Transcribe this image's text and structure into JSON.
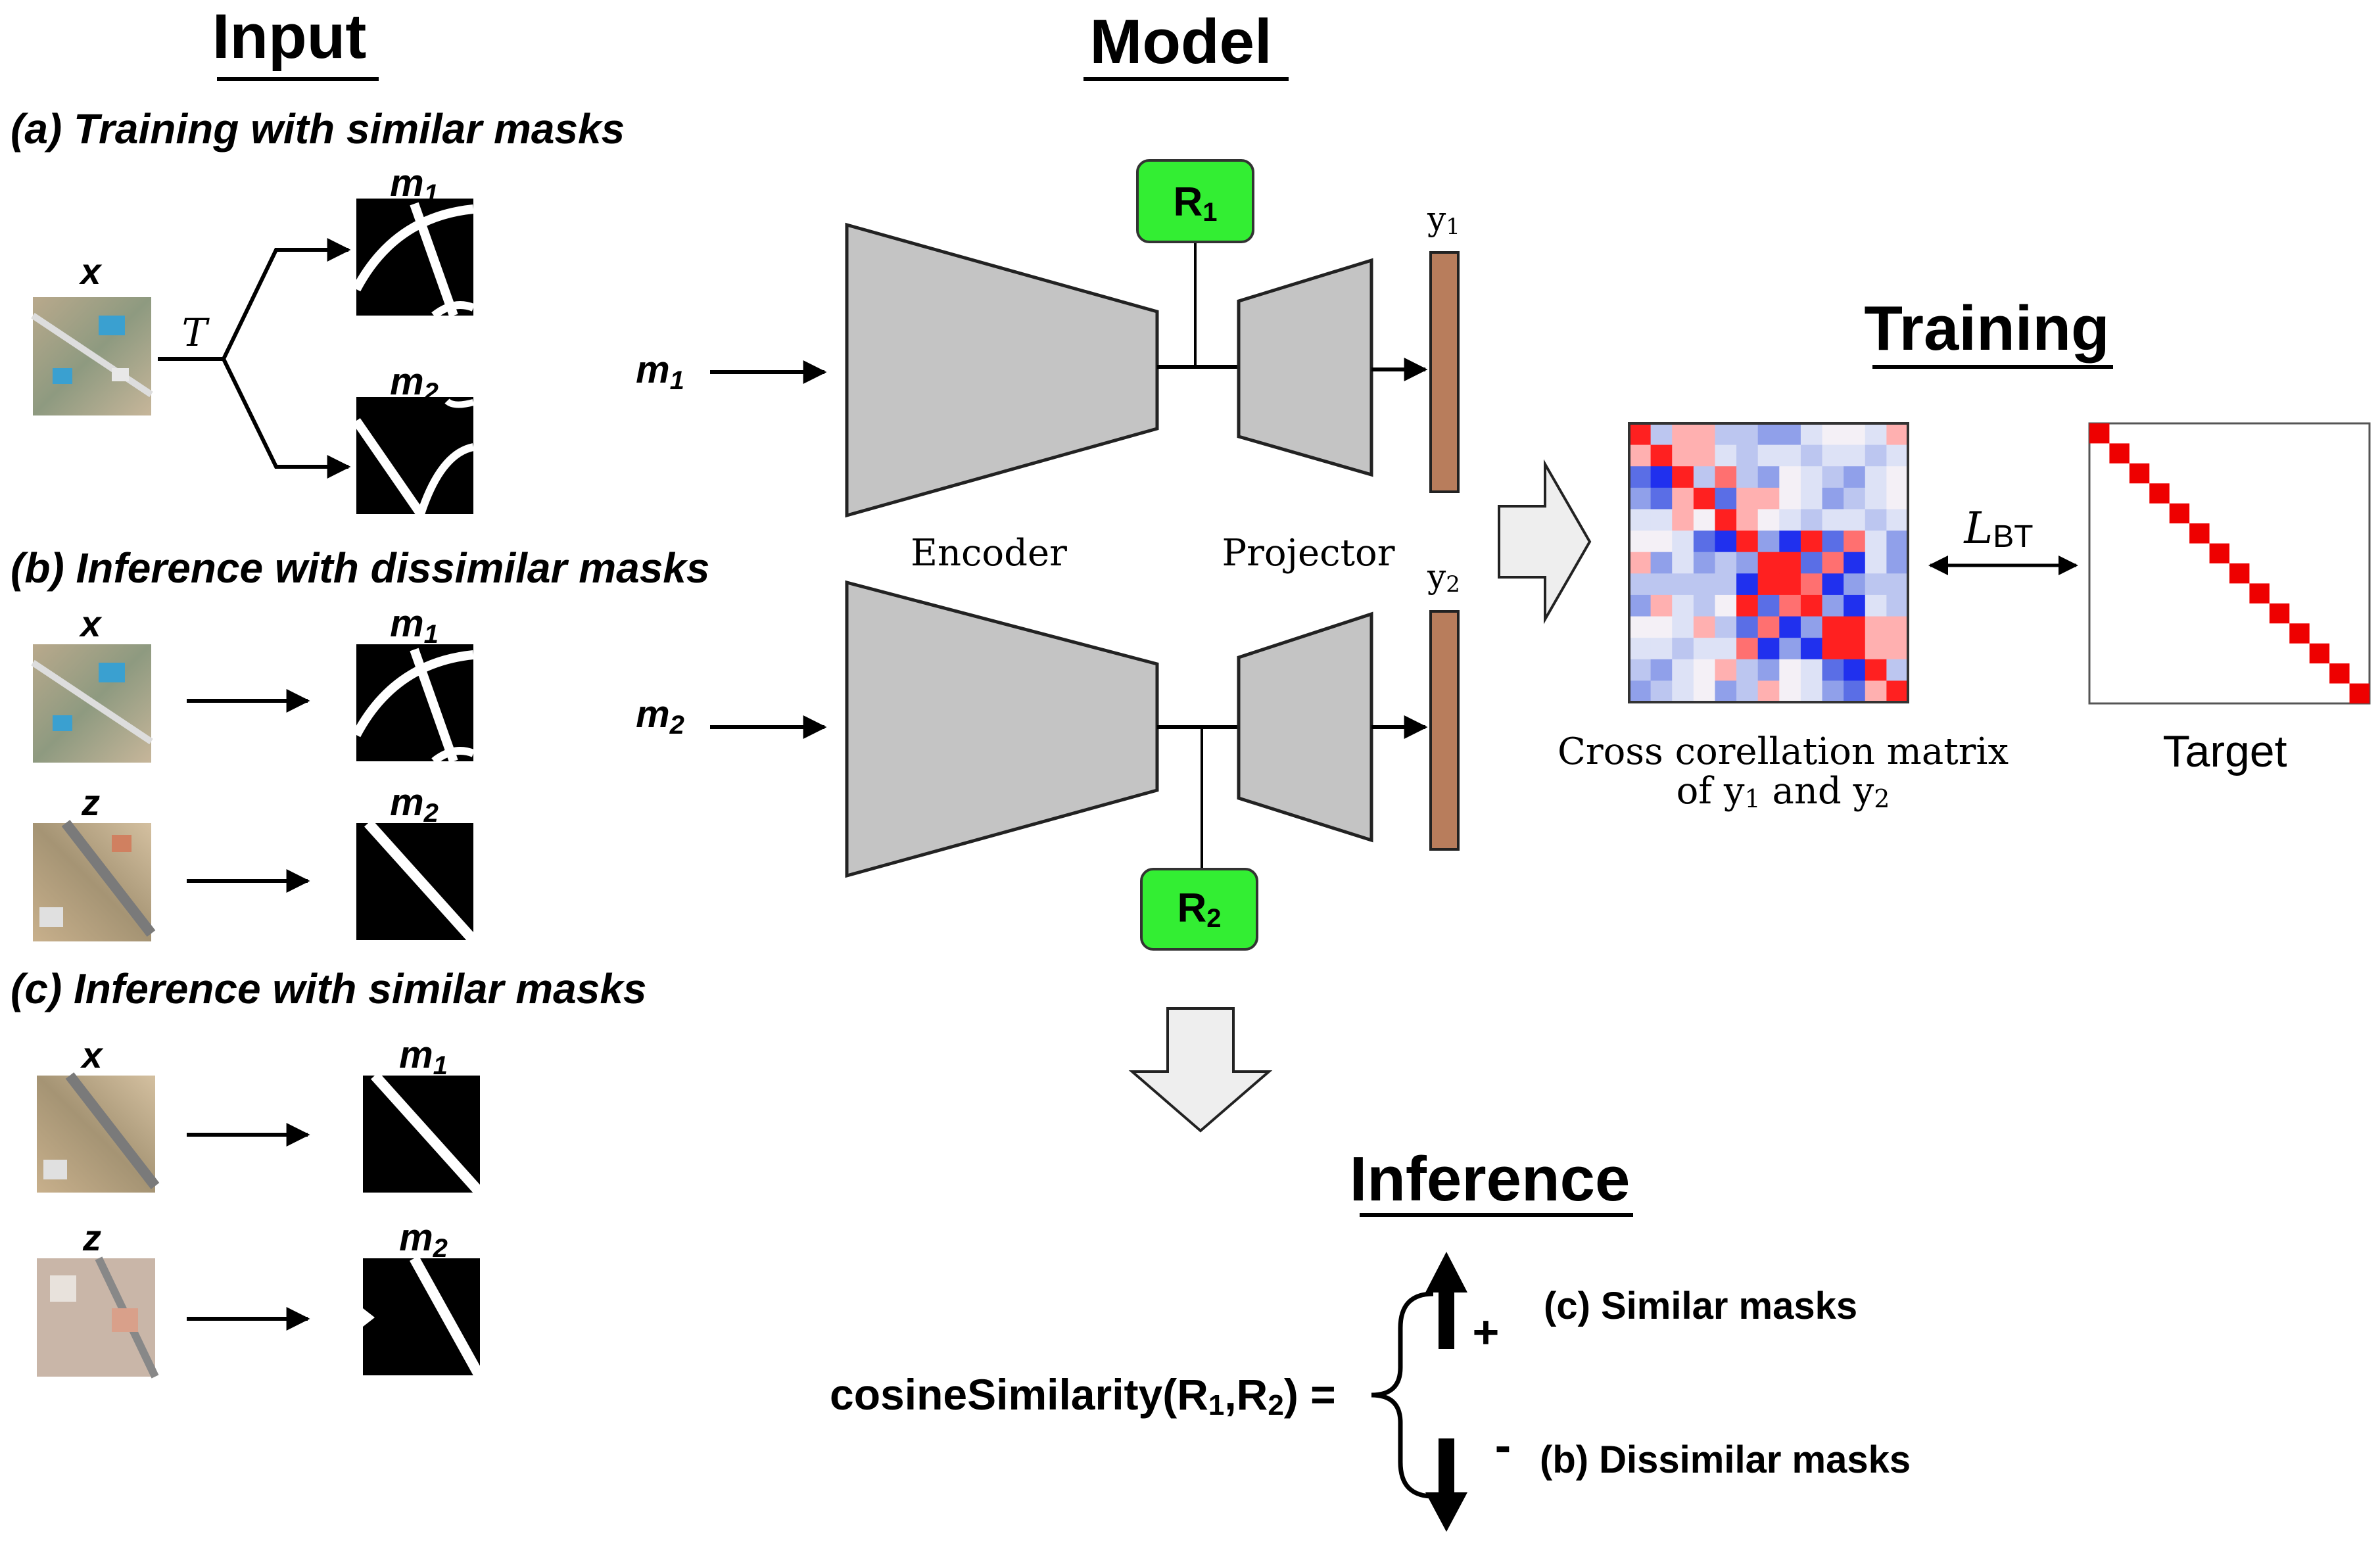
{
  "input": {
    "title": "Input",
    "a_label": "(a) Training with similar masks",
    "b_label": "(b)  Inference with dissimilar masks",
    "c_label": "(c) Inference with similar masks",
    "x": "x",
    "z": "z",
    "transform": "T",
    "m1_base": "m",
    "m2_base": "m",
    "sub1": "1",
    "sub2": "2"
  },
  "model": {
    "title": "Model",
    "encoder": "Encoder",
    "projector": "Projector",
    "r_base": "R",
    "y_base": "y"
  },
  "training": {
    "title": "Training",
    "loss_letter": "L",
    "loss_sub": "BT",
    "matrix_caption_1": "Cross corellation matrix",
    "matrix_caption_2_a": "of y",
    "matrix_caption_2_b": " and y",
    "target": "Target"
  },
  "inference": {
    "title": "Inference",
    "formula_a": "cosineSimilarity(R",
    "formula_b": ",R",
    "formula_c": ") =",
    "plus": "+",
    "minus": "-",
    "similar": "(c) Similar masks",
    "dissimilar": "(b) Dissimilar masks"
  },
  "colors": {
    "encoder_fill": "#c4c4c4",
    "repr_fill": "#33ee33",
    "y_bar": "#b87d5c",
    "big_arrow_fill": "#eeeeee",
    "target_diag": "#ee0000"
  }
}
